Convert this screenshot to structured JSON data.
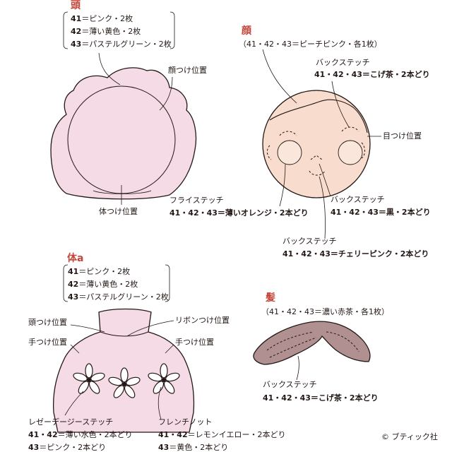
{
  "colors": {
    "pink": "#f5dbe6",
    "face": "#f8dccd",
    "hair": "#b09090",
    "title": "#c4463a",
    "line": "#231815"
  },
  "head": {
    "title": "頭",
    "lines": [
      {
        "num": "41",
        "text": "＝ピンク・2枚"
      },
      {
        "num": "42",
        "text": "＝薄い黄色・2枚"
      },
      {
        "num": "43",
        "text": "＝パステルグリーン・2枚"
      }
    ],
    "label_face_pos": "顔つけ位置",
    "label_body_pos": "体つけ位置"
  },
  "face": {
    "title": "顔",
    "material": "（41・42・43＝ピーチピンク・各1枚）",
    "backstitch1": {
      "name": "バックステッチ",
      "spec": "41・42・43＝こげ茶・2本どり"
    },
    "eye_pos": "目つけ位置",
    "backstitch2": {
      "name": "バックステッチ",
      "spec": "41・42・43＝黒・2本どり"
    },
    "backstitch3": {
      "name": "バックステッチ",
      "spec": "41・42・43＝チェリーピンク・2本どり"
    },
    "fly": {
      "name": "フライステッチ",
      "spec": "41・42・43＝薄いオレンジ・2本どり"
    }
  },
  "body": {
    "title": "体a",
    "lines": [
      {
        "num": "41",
        "text": "＝ピンク・2枚"
      },
      {
        "num": "42",
        "text": "＝薄い黄色・2枚"
      },
      {
        "num": "43",
        "text": "＝パステルグリーン・2枚"
      }
    ],
    "head_pos": "頭つけ位置",
    "ribbon_pos": "リボンつけ位置",
    "hand_pos_left": "手つけ位置",
    "hand_pos_right": "手つけ位置",
    "lazy_daisy": {
      "name": "レゼーデージーステッチ",
      "spec1": {
        "num": "41・42",
        "text": "＝薄い水色・2本どり"
      },
      "spec2": {
        "num": "43",
        "text": "＝ピンク・2本どり"
      }
    },
    "french_knot": {
      "name": "フレンチノット",
      "spec1": {
        "num": "41・42",
        "text": "＝レモンイエロー・2本どり"
      },
      "spec2": {
        "num": "43",
        "text": "＝黄色・2本どり"
      }
    }
  },
  "hair": {
    "title": "髪",
    "material": "（41・42・43＝濃い赤茶・各1枚）",
    "backstitch": {
      "name": "バックステッチ",
      "spec": "41・42・43＝こげ茶・2本どり"
    }
  },
  "copyright": "© ブティック社"
}
